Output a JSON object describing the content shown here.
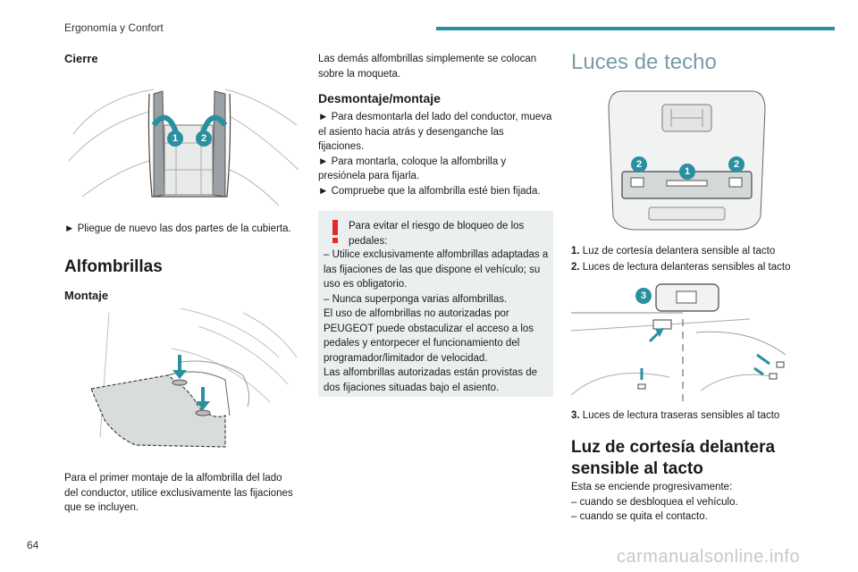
{
  "header": {
    "section": "Ergonomía y Confort",
    "accent": "#2a8fa0"
  },
  "page_number": "64",
  "watermark": "carmanualsonline.info",
  "left": {
    "cierre_title": "Cierre",
    "cierre_text": "► Pliegue de nuevo las dos partes de la cubierta.",
    "alfombrillas_title": "Alfombrillas",
    "montaje_title": "Montaje",
    "montaje_text": "Para el primer montaje de la alfombrilla del lado del conductor, utilice exclusivamente las fijaciones que se incluyen."
  },
  "middle": {
    "intro": "Las demás alfombrillas simplemente se colocan sobre la moqueta.",
    "desmontaje_title": "Desmontaje/montaje",
    "steps": "► Para desmontarla del lado del conductor, mueva el asiento hacia atrás y desenganche las fijaciones.\n► Para montarla, coloque la alfombrilla y presiónela para fijarla.\n► Compruebe que la alfombrilla esté bien fijada.",
    "warning_first": "Para evitar el riesgo de bloqueo de los pedales:",
    "warning_rest": "– Utilice exclusivamente alfombrillas adaptadas a las fijaciones de las que dispone el vehículo; su uso es obligatorio.\n– Nunca superponga varias alfombrillas.\nEl uso de alfombrillas no autorizadas por PEUGEOT puede obstaculizar el acceso a los pedales y entorpecer el funcionamiento del programador/limitador de velocidad.\nLas alfombrillas autorizadas están provistas de dos fijaciones situadas bajo el asiento."
  },
  "right": {
    "luces_title": "Luces de techo",
    "badge1": "1",
    "badge2": "2",
    "badge3": "3",
    "item1_num": "1.",
    "item1_text": "Luz de cortesía delantera sensible al tacto",
    "item2_num": "2.",
    "item2_text": "Luces de lectura delanteras sensibles al tacto",
    "item3_num": "3.",
    "item3_text": "Luces de lectura traseras sensibles al tacto",
    "luz_title": "Luz de cortesía delantera sensible al tacto",
    "luz_text": "Esta se enciende progresivamente:\n– cuando se desbloquea el vehículo.\n– cuando se quita el contacto."
  }
}
